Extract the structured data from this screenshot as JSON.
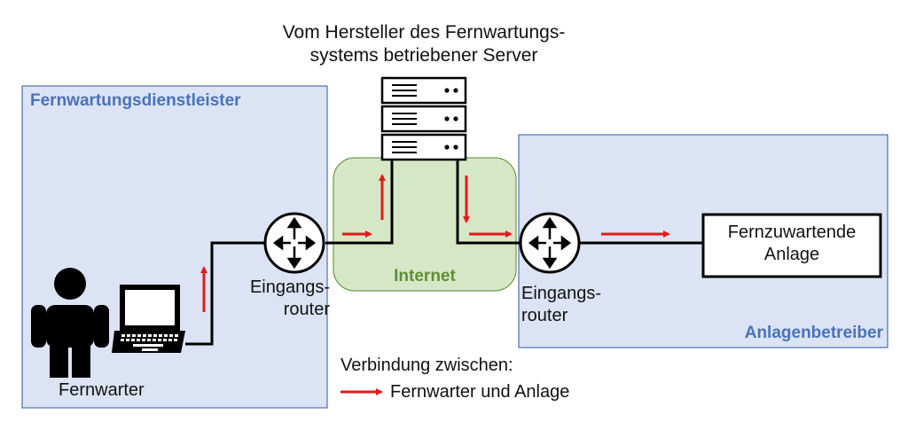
{
  "server_title": {
    "line1": "Vom Hersteller des Fernwartungs-",
    "line2": "systems betriebener Server"
  },
  "left_zone": {
    "title": "Fernwartungsdienstleister",
    "person_label": "Fernwarter",
    "router_label_line1": "Eingangs-",
    "router_label_line2": "router"
  },
  "internet": {
    "label": "Internet"
  },
  "right_zone": {
    "title": "Anlagenbetreiber",
    "router_label_line1": "Eingangs-",
    "router_label_line2": "router",
    "plant_line1": "Fernzuwartende",
    "plant_line2": "Anlage"
  },
  "legend": {
    "heading": "Verbindung zwischen:",
    "entry": "Fernwarter und Anlage"
  },
  "colors": {
    "zone_fill": "#dbe3f4",
    "zone_border": "#4a72b8",
    "internet_fill": "#d6e7c6",
    "internet_border": "#6f9a4c",
    "arrow": "#e11b1b"
  },
  "icons": [
    "person-icon",
    "laptop-icon",
    "router-icon",
    "server-icon"
  ]
}
